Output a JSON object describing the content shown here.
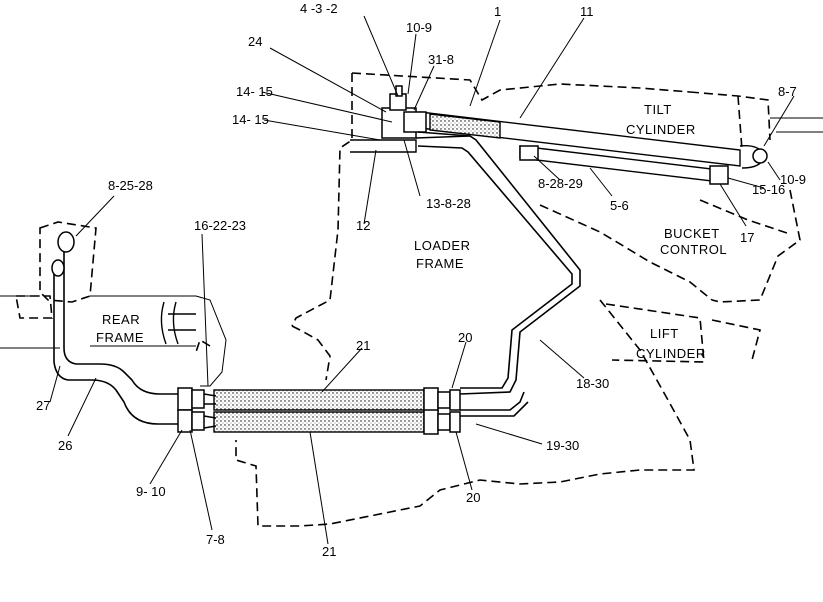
{
  "labels": {
    "p4_3_2": "4 -3 -2",
    "p10_9_top": "10-9",
    "p1": "1",
    "p11": "11",
    "p24": "24",
    "p31_8": "31-8",
    "p14_15_a": "14- 15",
    "p14_15_b": "14- 15",
    "p8_7": "8-7",
    "p10_9_right": "10-9",
    "p15_16": "15-16",
    "p8_28_29": "8-28-29",
    "p5_6": "5-6",
    "p17": "17",
    "p12": "12",
    "p13_8_28": "13-8-28",
    "p8_25_28": "8-25-28",
    "p16_22_23": "16-22-23",
    "p21_top": "21",
    "p20_top": "20",
    "p27": "27",
    "p26": "26",
    "p18_30": "18-30",
    "p19_30": "19-30",
    "p9_10": "9- 10",
    "p20_bottom": "20",
    "p7_8": "7-8",
    "p21_bottom": "21"
  },
  "regions": {
    "tilt_line1": "TILT",
    "tilt_line2": "CYLINDER",
    "bucket_line1": "BUCKET",
    "bucket_line2": "CONTROL",
    "loader_line1": "LOADER",
    "loader_line2": "FRAME",
    "rear_line1": "REAR",
    "rear_line2": "FRAME",
    "lift_line1": "LIFT",
    "lift_line2": "CYLINDER"
  }
}
